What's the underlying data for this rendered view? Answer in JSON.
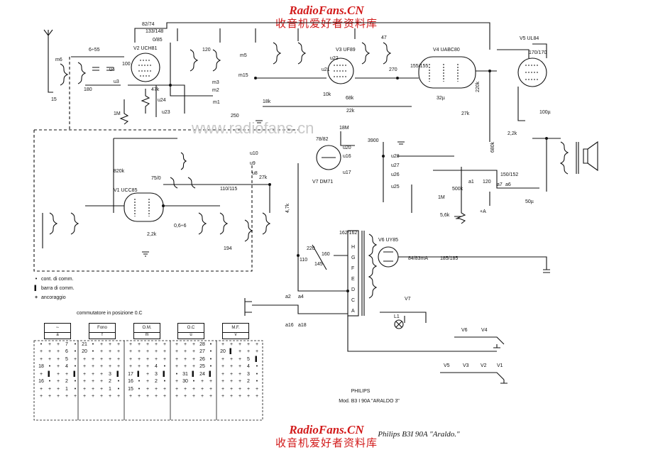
{
  "watermark": {
    "en": "RadioFans.CN",
    "cn": "收音机爱好者资料库",
    "mid": "www.radiofans.cn"
  },
  "tubes": {
    "v1": "V1  UCC85",
    "v2": "V2  UCH81",
    "v3": "V3  UF89",
    "v4": "V4  UABC80",
    "v5": "V5  UL84",
    "v6": "V6  UY85",
    "v7": "V7  DM71"
  },
  "labels": {
    "l1": "82/74",
    "l2": "133/148",
    "l3": "0/85",
    "l4": "6÷55",
    "l5": "m6",
    "l6": "u4",
    "l7": "u3",
    "l8": "m5",
    "l9": "m3",
    "l10": "m2",
    "l11": "m1",
    "l12": "m15",
    "l13": "47k",
    "l14": "1M",
    "l15": "u24",
    "l16": "u23",
    "l17": "250",
    "l18": "120",
    "l19": "10k",
    "l20": "18k",
    "l21": "68k",
    "l22": "22k",
    "l23": "47",
    "l24": "270",
    "l25": "155/155",
    "l26": "32µ",
    "l27": "27k",
    "l28": "220k",
    "l29": "170/170",
    "l30": "100µ",
    "l31": "2,2k",
    "l32": "680k",
    "l33": "18M",
    "l34": "78/82",
    "l35": "u10",
    "l36": "u9",
    "l37": "u8",
    "l38": "u28",
    "l39": "u27",
    "l40": "u26",
    "l41": "u25",
    "l42": "u17",
    "l43": "3900",
    "l44": "820k",
    "l45": "75/0",
    "l46": "110/115",
    "l47": "4,7k",
    "l48": "2,2k",
    "l49": "1M",
    "l50": "500k",
    "l51": "5,6k",
    "l52": "150/152",
    "l53": "120",
    "l54": "a7",
    "l55": "a6",
    "l56": "a1",
    "l57": "50µ",
    "l58": "162/162",
    "l59": "84/83mA",
    "l60": "185/185",
    "l61": "220",
    "l62": "160",
    "l63": "145",
    "l64": "110",
    "l65": "a2",
    "l66": "a4",
    "l67": "a16",
    "l68": "a18",
    "l69": "L1",
    "l70": "V7",
    "l71": "V6",
    "l72": "V4",
    "l73": "V5",
    "l74": "V3",
    "l75": "V2",
    "l76": "V1",
    "l77": "0,6÷6",
    "l78": "194",
    "l79": "+A",
    "l80": "u21",
    "l81": "u20",
    "l82": "u16",
    "l83": "u22",
    "l84": "27k",
    "l85": "15",
    "l86": "180",
    "l87": "100"
  },
  "legend": {
    "item1": "cont. di comm.",
    "item2": "barra di comm.",
    "item3": "ancoraggio"
  },
  "switch": {
    "title": "commutatore in posizione  0.C",
    "headers": [
      "",
      "Fono",
      "O.M.",
      "O.C",
      "M.F."
    ],
    "subheaders": [
      "a",
      "f",
      "m",
      "u",
      "v"
    ]
  },
  "footer": {
    "brand": "PHILIPS",
    "model": "Mod. B3 I 90A \"ARALDO 3\"",
    "caption": "Philips  B3I 90A  \"Araldo.\""
  }
}
